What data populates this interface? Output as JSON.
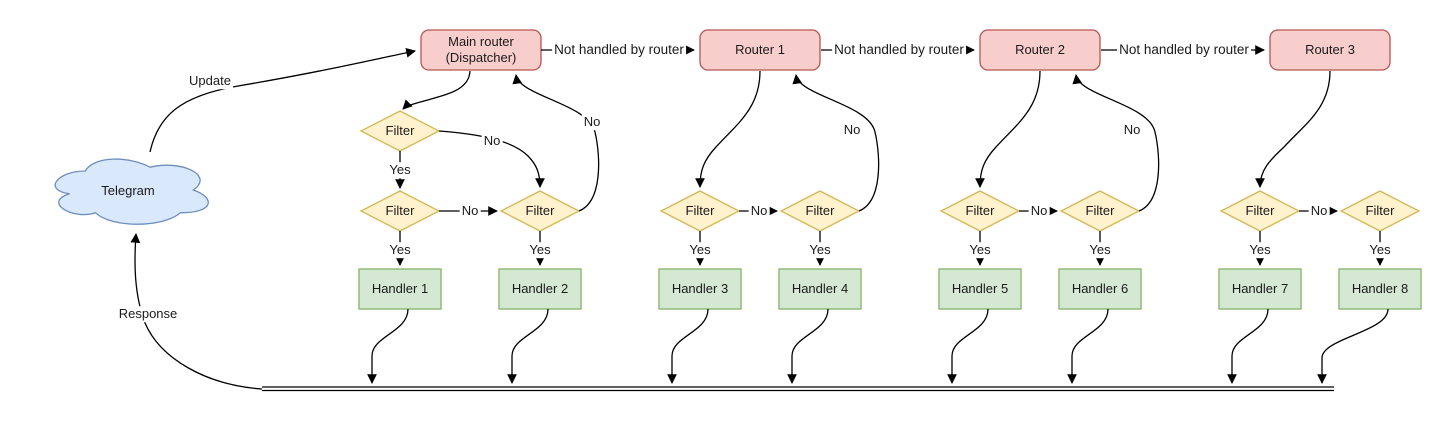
{
  "cloud": {
    "label": "Telegram"
  },
  "nodes": {
    "main_router": "Main router\n(Dispatcher)",
    "router_1": "Router 1",
    "router_2": "Router 2",
    "router_3": "Router 3",
    "filter": "Filter",
    "handlers": [
      "Handler 1",
      "Handler 2",
      "Handler 3",
      "Handler 4",
      "Handler 5",
      "Handler 6",
      "Handler 7",
      "Handler 8"
    ]
  },
  "edge_labels": {
    "update": "Update",
    "response": "Response",
    "not_handled": "Not handled by router",
    "yes": "Yes",
    "no": "No"
  },
  "colors": {
    "router_fill": "#f8cecc",
    "router_stroke": "#b85450",
    "filter_fill": "#fff2cc",
    "filter_stroke": "#d6b656",
    "handler_fill": "#d5e8d4",
    "handler_stroke": "#82b366",
    "cloud_fill": "#dae8fc",
    "cloud_stroke": "#6c8ebf"
  }
}
